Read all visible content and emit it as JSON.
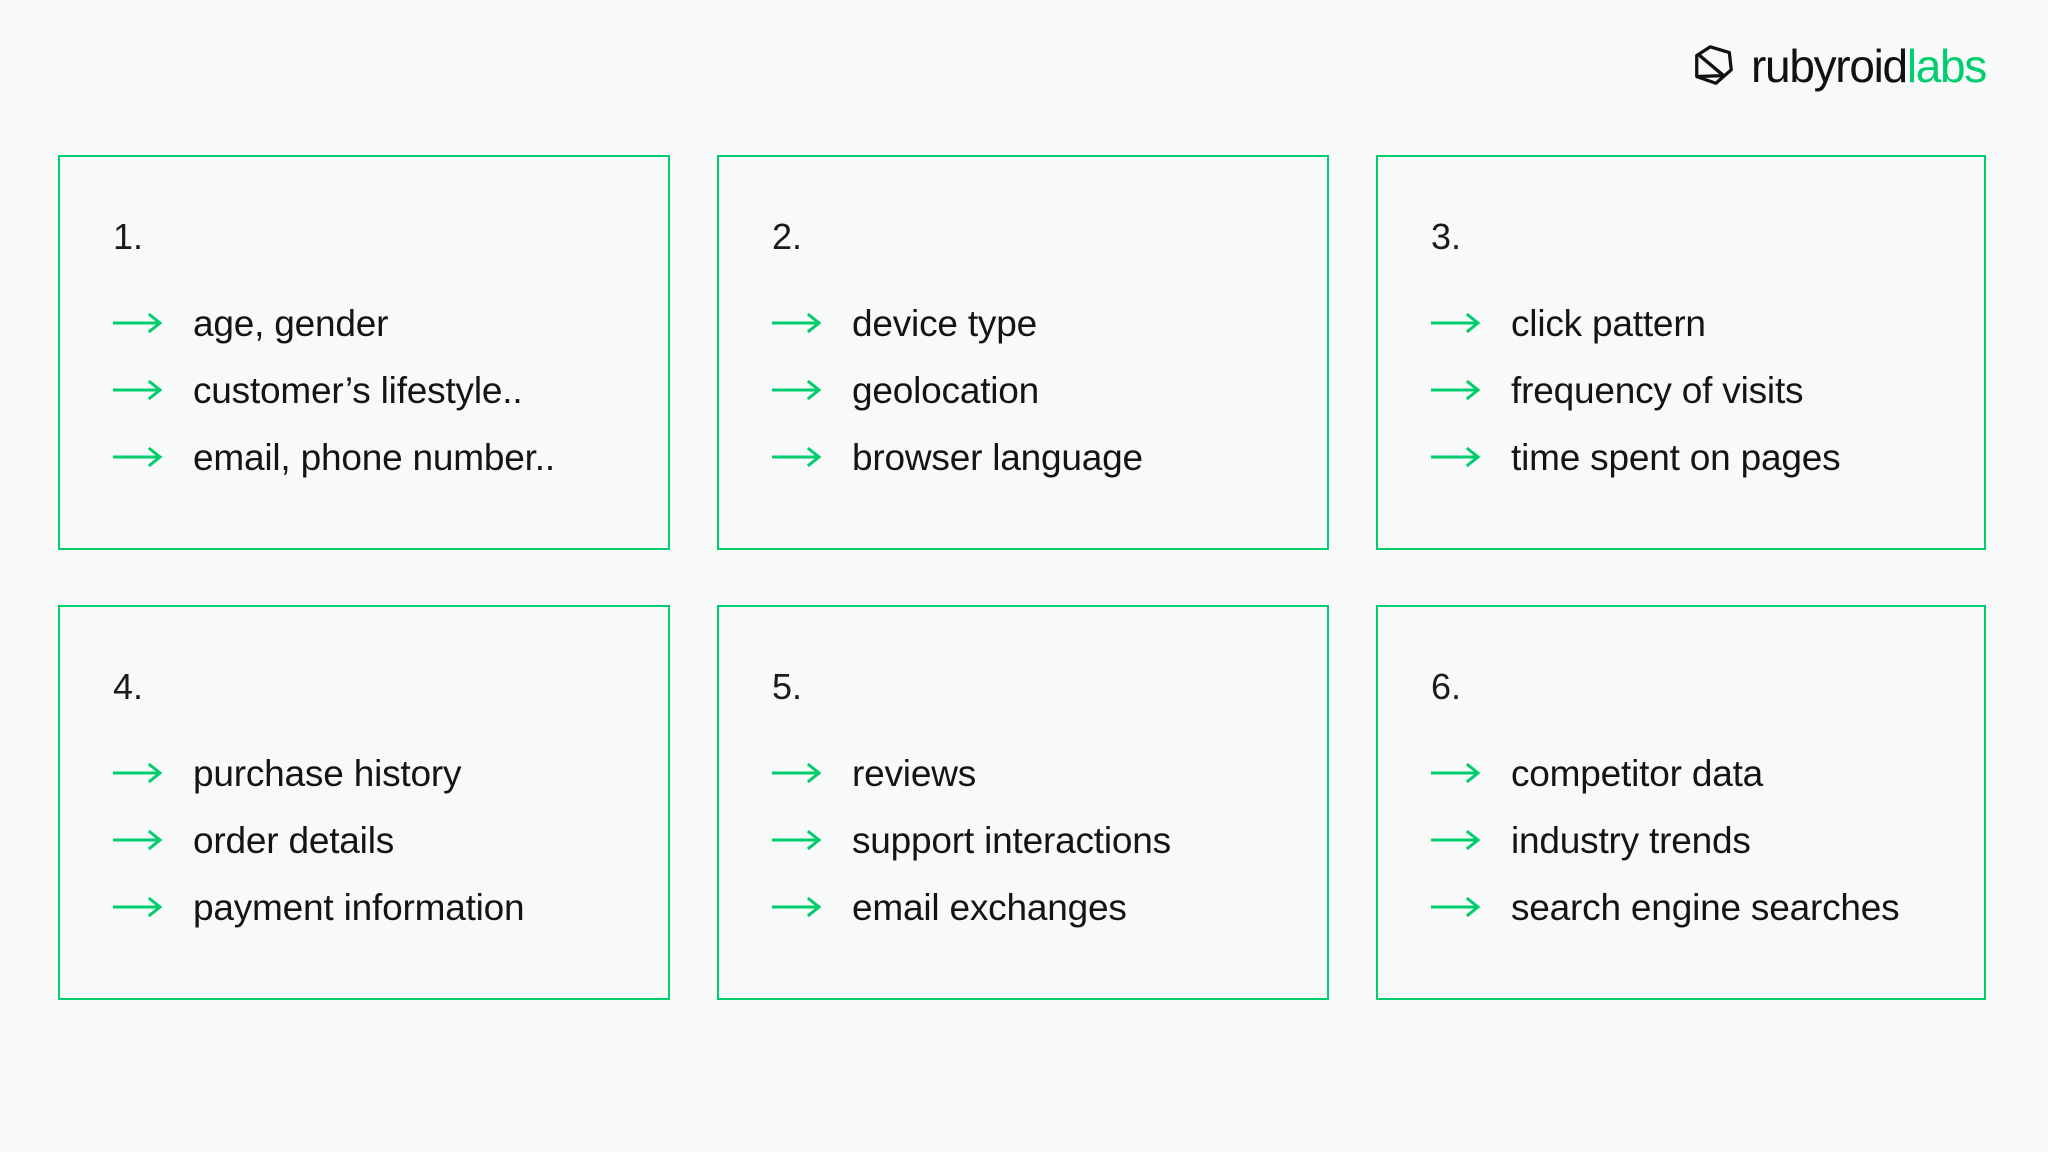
{
  "brand": {
    "icon": "gem-icon",
    "name_dark": "rubyroid",
    "name_accent": "labs"
  },
  "colors": {
    "accent_green": "#00cd6e",
    "text_dark": "#141414",
    "background": "#f8f9f9"
  },
  "cards": [
    {
      "number": "1.",
      "items": [
        {
          "icon": "arrow-right-icon",
          "label": "age, gender"
        },
        {
          "icon": "arrow-right-icon",
          "label": "customer’s lifestyle.."
        },
        {
          "icon": "arrow-right-icon",
          "label": "email, phone number.."
        }
      ]
    },
    {
      "number": "2.",
      "items": [
        {
          "icon": "arrow-right-icon",
          "label": "device type"
        },
        {
          "icon": "arrow-right-icon",
          "label": "geolocation"
        },
        {
          "icon": "arrow-right-icon",
          "label": "browser language"
        }
      ]
    },
    {
      "number": "3.",
      "items": [
        {
          "icon": "arrow-right-icon",
          "label": "click pattern"
        },
        {
          "icon": "arrow-right-icon",
          "label": "frequency of visits"
        },
        {
          "icon": "arrow-right-icon",
          "label": "time spent on pages"
        }
      ]
    },
    {
      "number": "4.",
      "items": [
        {
          "icon": "arrow-right-icon",
          "label": "purchase history"
        },
        {
          "icon": "arrow-right-icon",
          "label": "order details"
        },
        {
          "icon": "arrow-right-icon",
          "label": "payment information"
        }
      ]
    },
    {
      "number": "5.",
      "items": [
        {
          "icon": "arrow-right-icon",
          "label": "reviews"
        },
        {
          "icon": "arrow-right-icon",
          "label": "support interactions"
        },
        {
          "icon": "arrow-right-icon",
          "label": "email exchanges"
        }
      ]
    },
    {
      "number": "6.",
      "items": [
        {
          "icon": "arrow-right-icon",
          "label": "competitor data"
        },
        {
          "icon": "arrow-right-icon",
          "label": "industry trends"
        },
        {
          "icon": "arrow-right-icon",
          "label": "search engine searches"
        }
      ]
    }
  ]
}
